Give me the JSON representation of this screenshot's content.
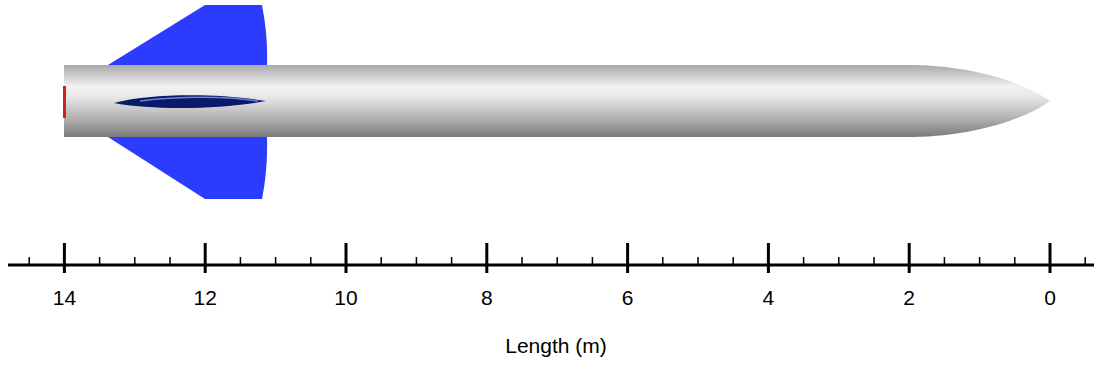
{
  "diagram": {
    "labels": [
      "14",
      "12",
      "10",
      "8",
      "6",
      "4",
      "2",
      "0",
      "Length (m)"
    ]
  }
}
